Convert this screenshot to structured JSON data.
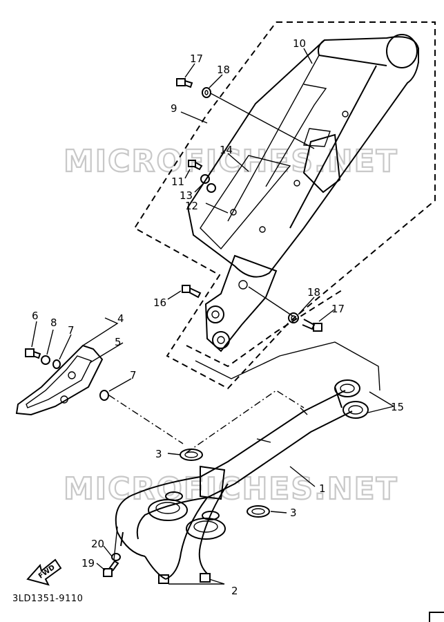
{
  "diagram": {
    "catalog_code": "3LD1351-9110",
    "direction_label": "FWD",
    "watermark": "MICROFICHES.NET",
    "callouts": {
      "c1": "1",
      "c2": "2",
      "c3": "3",
      "c4": "4",
      "c5": "5",
      "c6": "6",
      "c7": "7",
      "c8": "8",
      "c9": "9",
      "c10": "10",
      "c11": "11",
      "c12": "12",
      "c13": "13",
      "c14": "14",
      "c15": "15",
      "c16": "16",
      "c17": "17",
      "c18": "18",
      "c19": "19",
      "c20": "20"
    }
  }
}
